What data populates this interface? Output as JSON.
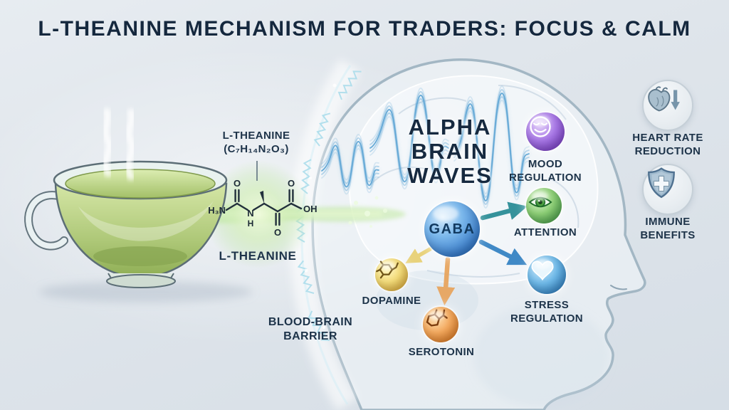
{
  "title": "L-THEANINE MECHANISM FOR TRADERS: FOCUS & CALM",
  "molecule": {
    "name": "L-THEANINE",
    "formula": "(C₇H₁₄N₂O₃)",
    "caption": "L-THEANINE",
    "atoms": {
      "amine": "H₃N",
      "o_left": "O",
      "n": "N",
      "h": "H",
      "o_bottom": "O",
      "o_right": "O",
      "hydroxyl": "OH"
    }
  },
  "barrier": {
    "lines": [
      "BLOOD-BRAIN",
      "BARRIER"
    ]
  },
  "waves": {
    "lines": [
      "ALPHA",
      "BRAIN",
      "WAVES"
    ]
  },
  "gaba": {
    "label": "GABA"
  },
  "effects": [
    {
      "id": "mood",
      "lines": [
        "MOOD",
        "REGULATION"
      ],
      "color": "#8a4fd0",
      "icon": "calm-face-icon"
    },
    {
      "id": "attention",
      "lines": [
        "ATTENTION"
      ],
      "color": "#46a04c",
      "icon": "eye-icon"
    },
    {
      "id": "stress",
      "lines": [
        "STRESS",
        "REGULATION"
      ],
      "color": "#2f80c2",
      "icon": "heart-icon"
    },
    {
      "id": "dopamine",
      "lines": [
        "DOPAMINE"
      ],
      "color": "#e3b93f",
      "icon": "dopamine-molecule-icon"
    },
    {
      "id": "serotonin",
      "lines": [
        "SEROTONIN"
      ],
      "color": "#e07d26",
      "icon": "serotonin-molecule-icon"
    }
  ],
  "benefits": [
    {
      "id": "heart-rate",
      "lines": [
        "HEART RATE",
        "REDUCTION"
      ],
      "icon": "heart-rate-down-icon"
    },
    {
      "id": "immune",
      "lines": [
        "IMMUNE",
        "BENEFITS"
      ],
      "icon": "shield-plus-icon"
    }
  ],
  "colors": {
    "navy_text": "#1d3349",
    "gaba_blue": "#2f7cc4",
    "wave_blue": "#63a8d6",
    "tea_green": "#a9c272",
    "beam_green": "#c4e9a8",
    "arrow_teal": "#35929b",
    "arrow_blue": "#4089c6",
    "arrow_yellow": "#e7cf6e",
    "arrow_orange": "#e8a55f"
  }
}
